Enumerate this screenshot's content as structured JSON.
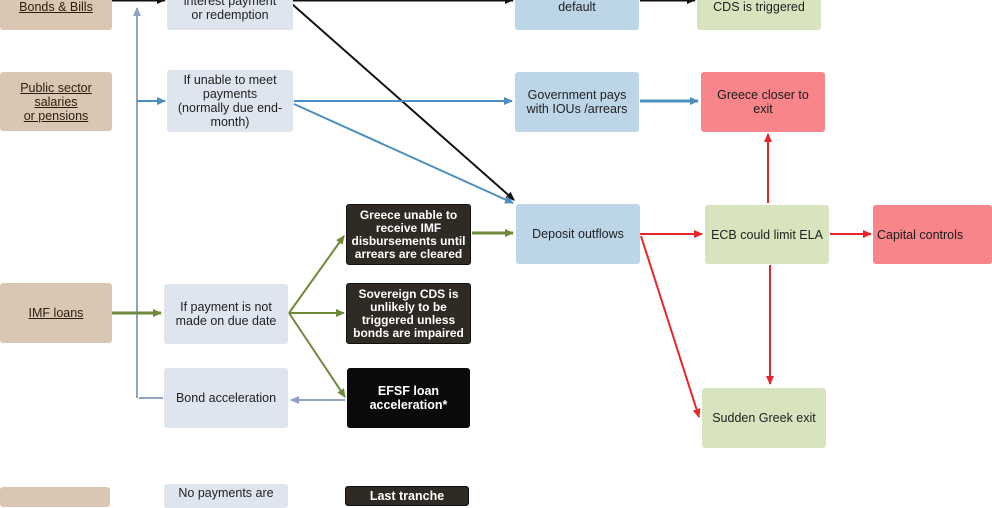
{
  "nodes": [
    {
      "id": "bonds-bills",
      "text": "Bonds & Bills",
      "style": "tan"
    },
    {
      "id": "public-sector",
      "text": "Public sector\nsalaries\nor pensions",
      "style": "tan"
    },
    {
      "id": "imf-loans",
      "text": "IMF loans",
      "style": "tan"
    },
    {
      "id": "bottom-left",
      "text": "",
      "style": "tan"
    },
    {
      "id": "interest-payment",
      "text": "interest payment\nor redemption",
      "style": "grey"
    },
    {
      "id": "unable-to-meet",
      "text": "If unable to meet\npayments\n(normally due end-\nmonth)",
      "style": "grey"
    },
    {
      "id": "payment-not-made",
      "text": "If payment is not\nmade on due date",
      "style": "grey"
    },
    {
      "id": "bond-acceleration",
      "text": "Bond acceleration",
      "style": "grey"
    },
    {
      "id": "no-payments",
      "text": "No payments are",
      "style": "grey"
    },
    {
      "id": "greece-unable-imf",
      "text": "Greece unable to\nreceive IMF\ndisbursements until\narrears are cleared",
      "style": "dark"
    },
    {
      "id": "sovereign-cds",
      "text": "Sovereign CDS is\nunlikely to be\ntriggered unless\nbonds are impaired",
      "style": "dark"
    },
    {
      "id": "efsf-loan",
      "text": "EFSF loan\nacceleration*",
      "style": "black"
    },
    {
      "id": "last-tranche",
      "text": "Last tranche",
      "style": "dark"
    },
    {
      "id": "default",
      "text": "default",
      "style": "blue"
    },
    {
      "id": "government-pays",
      "text": "Government pays\nwith IOUs /arrears",
      "style": "blue"
    },
    {
      "id": "deposit-outflows",
      "text": "Deposit outflows",
      "style": "blue"
    },
    {
      "id": "cds-triggered",
      "text": "CDS is triggered",
      "style": "green"
    },
    {
      "id": "greece-closer-exit",
      "text": "Greece closer to\nexit",
      "style": "pink"
    },
    {
      "id": "ecb-limit-ela",
      "text": "ECB could limit ELA",
      "style": "green"
    },
    {
      "id": "sudden-greek-exit",
      "text": "Sudden Greek exit",
      "style": "pink"
    },
    {
      "id": "capital-controls",
      "text": "Capital controls",
      "style": "green"
    }
  ],
  "colors": {
    "black": "#111111",
    "blue": "#4a8fbf",
    "green": "#6f8a3a",
    "red": "#e8252b",
    "grey": "#8fa4c0"
  }
}
